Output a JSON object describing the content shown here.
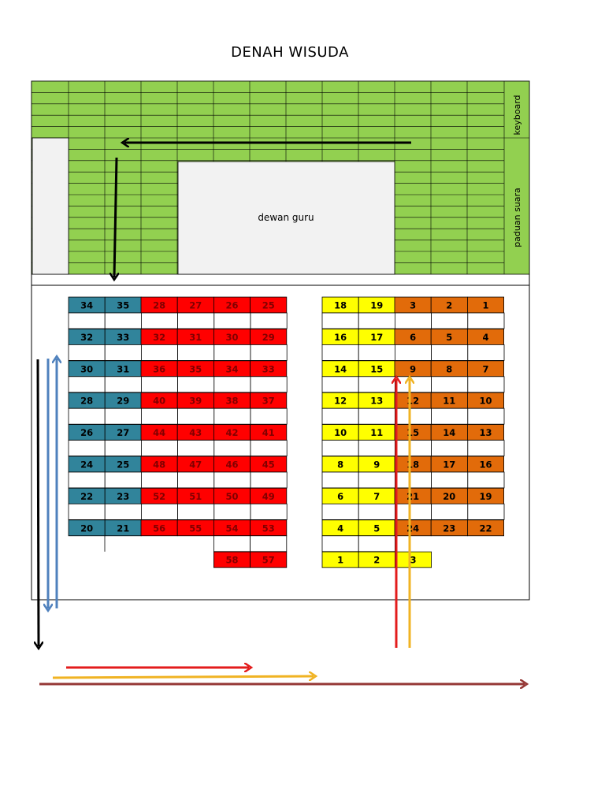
{
  "title": "DENAH WISUDA",
  "stage": {
    "center_label": "dewan guru",
    "side_labels": [
      "keyboard",
      "paduan suara"
    ]
  },
  "colors": {
    "stage_green": "#92d050",
    "stage_center": "#f2f2f2",
    "blue": "#31849b",
    "red": "#ff0000",
    "yellow": "#ffff00",
    "orange": "#e26b0a",
    "arrow_black": "#000000",
    "arrow_blue": "#4f81bd",
    "arrow_red": "#e31c1c",
    "arrow_yellow": "#f0b323",
    "arrow_brown": "#953735"
  },
  "left_block": {
    "blue_rows": [
      [
        "34",
        "35"
      ],
      [
        "32",
        "33"
      ],
      [
        "30",
        "31"
      ],
      [
        "28",
        "29"
      ],
      [
        "26",
        "27"
      ],
      [
        "24",
        "25"
      ],
      [
        "22",
        "23"
      ],
      [
        "20",
        "21"
      ]
    ],
    "red_rows": [
      [
        "28",
        "27",
        "26",
        "25"
      ],
      [
        "32",
        "31",
        "30",
        "29"
      ],
      [
        "36",
        "35",
        "34",
        "33"
      ],
      [
        "40",
        "39",
        "38",
        "37"
      ],
      [
        "44",
        "43",
        "42",
        "41"
      ],
      [
        "48",
        "47",
        "46",
        "45"
      ],
      [
        "52",
        "51",
        "50",
        "49"
      ],
      [
        "56",
        "55",
        "54",
        "53"
      ]
    ],
    "red_extra": [
      "58",
      "57"
    ]
  },
  "right_block": {
    "yellow_rows": [
      [
        "18",
        "19"
      ],
      [
        "16",
        "17"
      ],
      [
        "14",
        "15"
      ],
      [
        "12",
        "13"
      ],
      [
        "10",
        "11"
      ],
      [
        "8",
        "9"
      ],
      [
        "6",
        "7"
      ],
      [
        "4",
        "5"
      ]
    ],
    "orange_rows": [
      [
        "3",
        "2",
        "1"
      ],
      [
        "6",
        "5",
        "4"
      ],
      [
        "9",
        "8",
        "7"
      ],
      [
        "12",
        "11",
        "10"
      ],
      [
        "15",
        "14",
        "13"
      ],
      [
        "18",
        "17",
        "16"
      ],
      [
        "21",
        "20",
        "19"
      ],
      [
        "24",
        "23",
        "22"
      ]
    ],
    "yellow_extra": [
      "1",
      "2",
      "3"
    ]
  }
}
